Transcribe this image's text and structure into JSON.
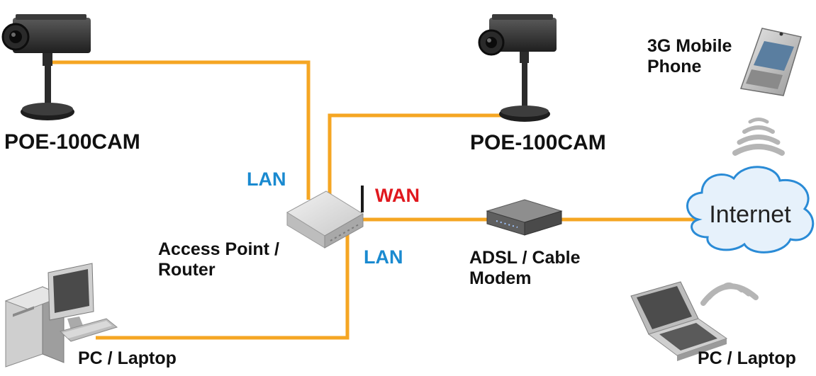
{
  "labels": {
    "camera_left": "POE-100CAM",
    "camera_right": "POE-100CAM",
    "mobile_line1": "3G Mobile",
    "mobile_line2": "Phone",
    "lan_top": "LAN",
    "lan_bottom": "LAN",
    "wan": "WAN",
    "router_line1": "Access Point /",
    "router_line2": "Router",
    "modem_line1": "ADSL / Cable",
    "modem_line2": "Modem",
    "pc_left": "PC / Laptop",
    "pc_right": "PC / Laptop",
    "internet": "Internet"
  },
  "colors": {
    "cable": "#f5a623",
    "lan_text": "#1a8ad0",
    "wan_text": "#e0181e",
    "cloud_fill": "#e6f1fb",
    "cloud_stroke": "#2a8bd6"
  },
  "icons": [
    "ip-camera-icon",
    "router-icon",
    "modem-icon",
    "desktop-pc-icon",
    "laptop-icon",
    "mobile-phone-icon",
    "wireless-signal-icon",
    "cloud-icon"
  ]
}
